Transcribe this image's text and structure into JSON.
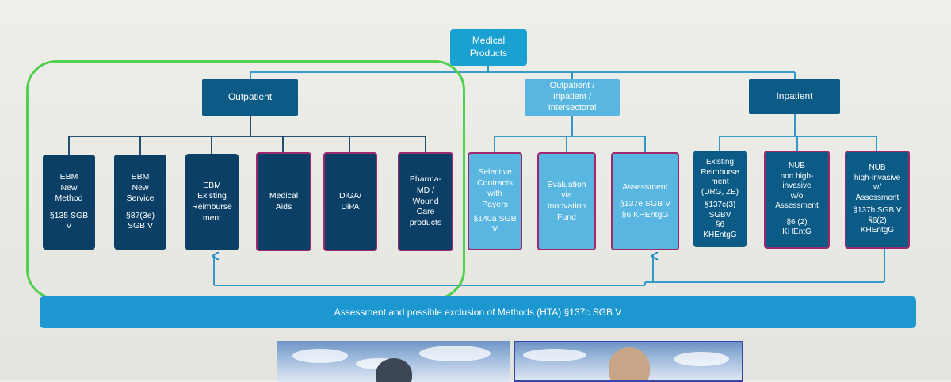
{
  "diagram": {
    "root": {
      "lines": [
        "Medical",
        "Products"
      ]
    },
    "groups": {
      "outpatient": {
        "lines": [
          "Outpatient"
        ]
      },
      "intersectoral": {
        "lines": [
          "Outpatient /",
          "Inpatient /",
          "Intersectoral"
        ]
      },
      "inpatient": {
        "lines": [
          "Inpatient"
        ]
      }
    },
    "leaves": {
      "ebm_new_method": {
        "top": [
          "EBM",
          "New",
          "Method"
        ],
        "bottom": [
          "§135 SGB",
          "V"
        ]
      },
      "ebm_new_service": {
        "top": [
          "EBM",
          "New",
          "Service"
        ],
        "bottom": [
          "§87(3e)",
          "SGB V"
        ]
      },
      "ebm_existing": {
        "top": [
          "EBM",
          "Existing",
          "Reimburse",
          "ment"
        ],
        "bottom": []
      },
      "medical_aids": {
        "top": [
          "Medical",
          "Aids"
        ],
        "bottom": []
      },
      "diga": {
        "top": [
          "DiGA/",
          "DiPA"
        ],
        "bottom": []
      },
      "pharma": {
        "top": [
          "Pharma-",
          "MD /",
          "Wound",
          "Care",
          "products"
        ],
        "bottom": []
      },
      "selective": {
        "top": [
          "Selective",
          "Contracts",
          "with",
          "Payers"
        ],
        "bottom": [
          "§140a SGB",
          "V"
        ]
      },
      "evaluation": {
        "top": [
          "Evaluation",
          "via",
          "Innovation",
          "Fund"
        ],
        "bottom": []
      },
      "assessment": {
        "top": [
          "Assessment"
        ],
        "bottom": [
          "§137e SGB V",
          "§6 KHEntgG"
        ]
      },
      "existing_reimb": {
        "top": [
          "Existing",
          "Reimburse",
          "ment",
          "(DRG, ZE)"
        ],
        "bottom": [
          "§137c(3)",
          "SGBV",
          "§6",
          "KHEntgG"
        ]
      },
      "nub_non": {
        "top": [
          "NUB",
          "non high-",
          "invasive",
          "w/o",
          "Assessment"
        ],
        "bottom": [
          "§6 (2)",
          "KHEntG"
        ]
      },
      "nub_high": {
        "top": [
          "NUB",
          "high-invasive",
          "w/",
          "Assessment"
        ],
        "bottom": [
          "§137h SGB V",
          "§6(2)",
          "KHEntgG"
        ]
      }
    },
    "banner": "Assessment and possible exclusion of Methods (HTA) §137c SGB V",
    "colors": {
      "dark": "#0b3f66",
      "mid": "#0c5a86",
      "light": "#58b6e0",
      "teal": "#1aa1d2",
      "highlight_border": "#a0266e",
      "outpatient_frame": "#52cf4e",
      "connector": "#1f8fc6"
    }
  }
}
